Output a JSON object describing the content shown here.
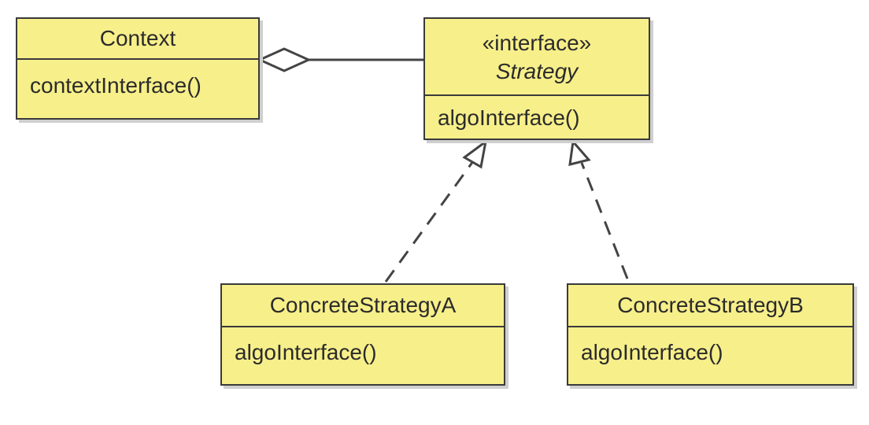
{
  "diagram": {
    "context": {
      "name": "Context",
      "operation": "contextInterface()"
    },
    "strategy": {
      "stereotype": "«interface»",
      "name": "Strategy",
      "operation": "algoInterface()"
    },
    "concrete_a": {
      "name": "ConcreteStrategyA",
      "operation": "algoInterface()"
    },
    "concrete_b": {
      "name": "ConcreteStrategyB",
      "operation": "algoInterface()"
    },
    "colors": {
      "class_fill": "#f7ef8a",
      "border": "#3a3a3a",
      "shadow": "#cfcfcf",
      "line": "#444444"
    }
  }
}
